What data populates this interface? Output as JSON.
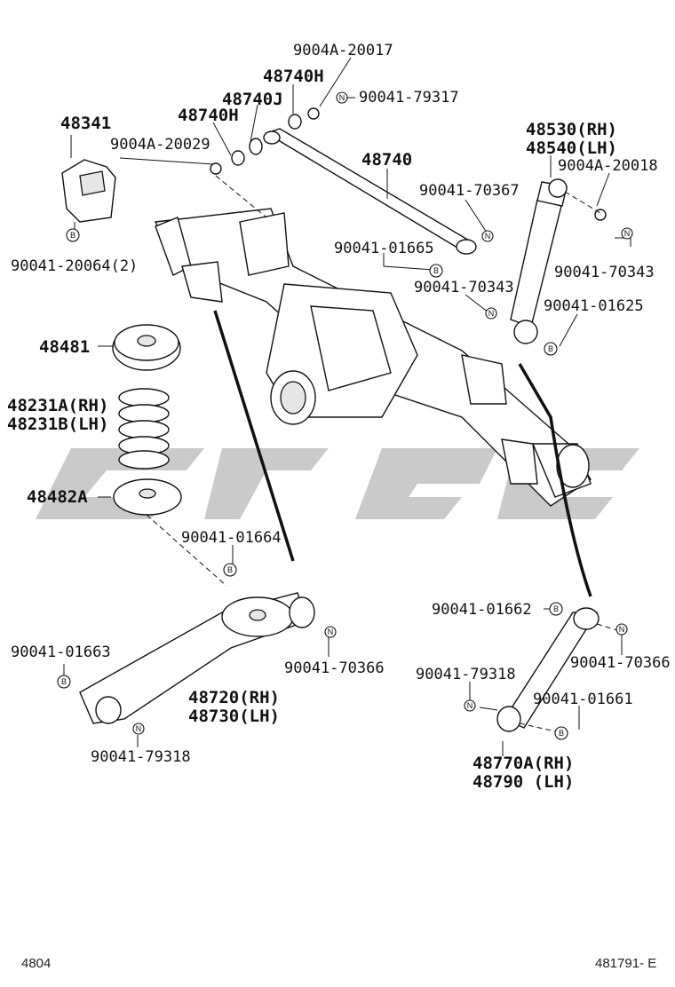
{
  "labels": {
    "p48341": "48341",
    "p90041_20064": "90041-20064(2)",
    "p9004A_20017": "9004A-20017",
    "p48740H_top": "48740H",
    "p90041_79317": "90041-79317",
    "p48740J": "48740J",
    "p48740H": "48740H",
    "p9004A_20029": "9004A-20029",
    "p48740": "48740",
    "p48530": "48530(RH)",
    "p48540": "48540(LH)",
    "p9004A_20018": "9004A-20018",
    "p90041_70367": "90041-70367",
    "p90041_01665": "90041-01665",
    "p90041_70343_r": "90041-70343",
    "p90041_70343_m": "90041-70343",
    "p90041_01625": "90041-01625",
    "p48481": "48481",
    "p48231A": "48231A(RH)",
    "p48231B": "48231B(LH)",
    "p48482A": "48482A",
    "p90041_01664": "90041-01664",
    "p90041_01662": "90041-01662",
    "p90041_70366_l": "90041-70366",
    "p90041_70366_r": "90041-70366",
    "p90041_01663": "90041-01663",
    "p48720": "48720(RH)",
    "p48730": "48730(LH)",
    "p90041_79318_l": "90041-79318",
    "p90041_79318_r": "90041-79318",
    "p90041_01661": "90041-01661",
    "p48770A": "48770A(RH)",
    "p48790": "48790 (LH)"
  },
  "symbols": {
    "bolt": "B",
    "nut": "N"
  },
  "footer": {
    "left": "4804",
    "right": "481791- E"
  }
}
